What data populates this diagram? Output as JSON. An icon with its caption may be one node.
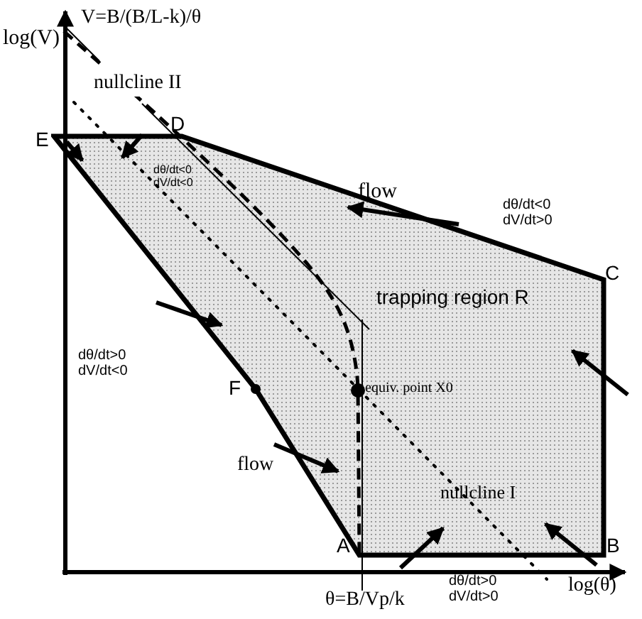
{
  "diagram": {
    "nodes": [
      {
        "text": [
          "trapping region R"
        ]
      }
    ],
    "labels": [
      "log(V)",
      "V=B/(B/L-k)/θ",
      "nullcline II",
      "D",
      "E",
      "dθ/dt<0 dV/dt<0",
      "flow",
      "dθ/dt<0 dV/dt>0",
      "C",
      "dθ/dt>0 dV/dt<0",
      "F",
      "equiv. point X0",
      "flow",
      "nullcline I",
      "A",
      "B",
      "log(θ)",
      "θ=B/Vp/k",
      "dθ/dt>0 dV/dt>0"
    ]
  }
}
